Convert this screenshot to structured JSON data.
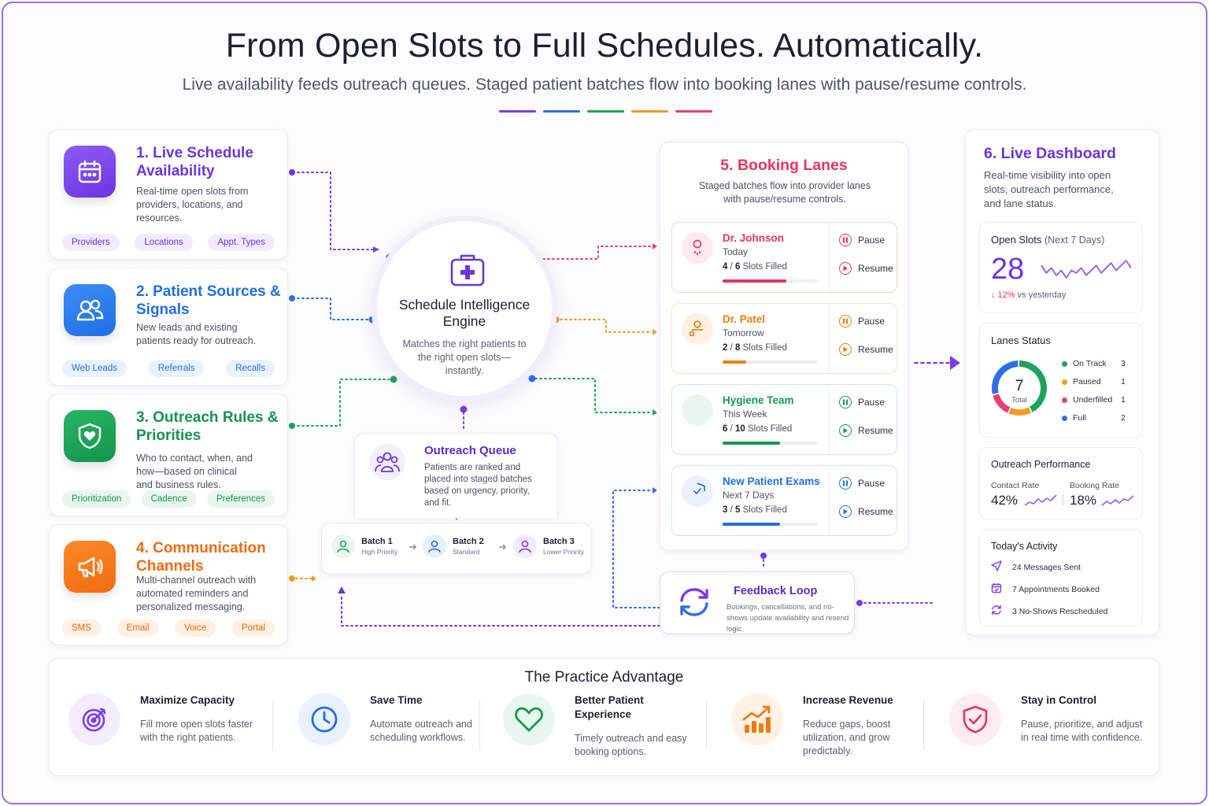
{
  "header": {
    "title": "From Open Slots to Full Schedules. Automatically.",
    "subtitle": "Live availability feeds outreach queues. Staged patient batches flow into booking lanes with pause/resume controls.",
    "accent_colors": [
      "#7c3aed",
      "#2f6ee8",
      "#1fa35a",
      "#f59a23",
      "#ea3f6e"
    ]
  },
  "sources": [
    {
      "title": "1. Live Schedule Availability",
      "desc": "Real-time open slots from providers, locations, and resources.",
      "chips": [
        "Providers",
        "Locations",
        "Appt. Types"
      ],
      "color": "#6b34e0",
      "icon": "calendar-icon"
    },
    {
      "title": "2. Patient Sources & Signals",
      "desc": "New leads and existing patients ready for outreach.",
      "chips": [
        "Web Leads",
        "Referrals",
        "Recalls"
      ],
      "color": "#1f6fe5",
      "icon": "users-icon"
    },
    {
      "title": "3. Outreach Rules & Priorities",
      "desc": "Who to contact, when, and how—based on clinical and business rules.",
      "chips": [
        "Prioritization",
        "Cadence",
        "Preferences"
      ],
      "color": "#14944c",
      "icon": "shield-heart-icon"
    },
    {
      "title": "4. Communication Channels",
      "desc": "Multi-channel outreach with automated reminders and personalized messaging.",
      "chips": [
        "SMS",
        "Email",
        "Voice",
        "Portal"
      ],
      "color": "#f26b10",
      "icon": "megaphone-icon"
    }
  ],
  "engine": {
    "title": "Schedule Intelligence Engine",
    "desc": "Matches the right patients to the right open slots—instantly.",
    "icon": "medical-kit-icon"
  },
  "queue": {
    "title": "Outreach Queue",
    "desc": "Patients are ranked and placed into staged batches based on urgency, priority, and fit.",
    "icon": "group-icon",
    "batches": [
      {
        "name": "Batch 1",
        "priority": "High Priority",
        "color": "#1fa35a"
      },
      {
        "name": "Batch 2",
        "priority": "Standard",
        "color": "#2f6ee8"
      },
      {
        "name": "Batch 3",
        "priority": "Lower Priority",
        "color": "#7c3aed"
      }
    ]
  },
  "booking": {
    "title": "5. Booking Lanes",
    "desc": "Staged batches flow into provider lanes with pause/resume controls.",
    "pause_label": "Pause",
    "resume_label": "Resume",
    "lanes": [
      {
        "name": "Dr. Johnson",
        "when": "Today",
        "filled": "4",
        "total": "6",
        "suffix": "Slots Filled",
        "pct": 0.67,
        "color": "#e8335e",
        "icon": "doctor-icon"
      },
      {
        "name": "Dr. Patel",
        "when": "Tomorrow",
        "filled": "2",
        "total": "8",
        "suffix": "Slots Filled",
        "pct": 0.25,
        "color": "#f07a10",
        "icon": "dentist-icon"
      },
      {
        "name": "Hygiene Team",
        "when": "This Week",
        "filled": "6",
        "total": "10",
        "suffix": "Slots Filled",
        "pct": 0.6,
        "color": "#15994f",
        "icon": "tooth-icon"
      },
      {
        "name": "New Patient Exams",
        "when": "Next 7 Days",
        "filled": "3",
        "total": "5",
        "suffix": "Slots Filled",
        "pct": 0.6,
        "color": "#1f6fe5",
        "icon": "shield-check-icon"
      }
    ]
  },
  "feedback": {
    "title": "Feedback Loop",
    "desc": "Bookings, cancellations, and no-shows update availability and resend logic.",
    "icon": "refresh-icon"
  },
  "dashboard": {
    "title": "6. Live Dashboard",
    "desc": "Real-time visibility into open slots, outreach performance, and lane status.",
    "open_slots": {
      "label": "Open Slots",
      "period": "(Next 7 Days)",
      "value": "28",
      "change": "↓ 12%",
      "change_note": "vs yesterday",
      "sparkline": [
        8,
        5,
        7,
        4,
        6,
        3,
        6,
        5,
        7,
        4,
        6,
        8,
        5,
        7,
        9,
        6,
        8,
        10,
        7
      ]
    },
    "lanes_status": {
      "title": "Lanes Status",
      "total": "7",
      "total_label": "Total",
      "items": [
        {
          "label": "On Track",
          "count": 3,
          "color": "#1fa35a"
        },
        {
          "label": "Paused",
          "count": 1,
          "color": "#f59a23"
        },
        {
          "label": "Underfilled",
          "count": 1,
          "color": "#ea3f6e"
        },
        {
          "label": "Full",
          "count": 2,
          "color": "#2f6ee8"
        }
      ]
    },
    "outreach": {
      "title": "Outreach Performance",
      "contact_label": "Contact Rate",
      "contact_value": "42%",
      "booking_label": "Booking Rate",
      "booking_value": "18%"
    },
    "activity": {
      "title": "Today's Activity",
      "items": [
        {
          "text": "24 Messages Sent",
          "icon": "send-icon"
        },
        {
          "text": "7 Appointments Booked",
          "icon": "calendar-check-icon"
        },
        {
          "text": "3 No-Shows Rescheduled",
          "icon": "refresh-icon"
        }
      ]
    }
  },
  "advantage": {
    "title": "The Practice Advantage",
    "items": [
      {
        "title": "Maximize Capacity",
        "desc": "Fill more open slots faster with the right patients.",
        "color": "#7c3aed",
        "icon": "target-icon"
      },
      {
        "title": "Save Time",
        "desc": "Automate outreach and scheduling workflows.",
        "color": "#1f6fe5",
        "icon": "clock-icon"
      },
      {
        "title": "Better Patient Experience",
        "desc": "Timely outreach and easy booking options.",
        "color": "#15994f",
        "icon": "heart-icon"
      },
      {
        "title": "Increase Revenue",
        "desc": "Reduce gaps, boost utilization, and grow predictably.",
        "color": "#f07a10",
        "icon": "growth-chart-icon"
      },
      {
        "title": "Stay in Control",
        "desc": "Pause, prioritize, and adjust in real time with confidence.",
        "color": "#e8335e",
        "icon": "shield-check-icon"
      }
    ]
  }
}
